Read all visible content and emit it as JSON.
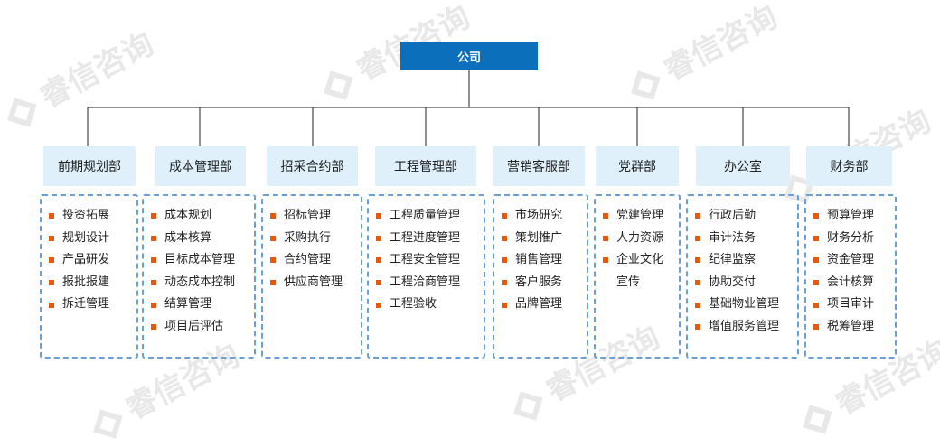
{
  "watermark": "睿信咨询",
  "chart": {
    "root": "公司",
    "colors": {
      "root_fill": "#0b6fbb",
      "header_fill": "#dff0fb",
      "dash": "#6a9fd8",
      "bullet": "#e8580c"
    },
    "departments": [
      {
        "name": "前期规划部",
        "items": [
          "投资拓展",
          "规划设计",
          "产品研发",
          "报批报建",
          "拆迁管理"
        ]
      },
      {
        "name": "成本管理部",
        "items": [
          "成本规划",
          "成本核算",
          "目标成本管理",
          "动态成本控制",
          "结算管理",
          "项目后评估"
        ]
      },
      {
        "name": "招采合约部",
        "items": [
          "招标管理",
          "采购执行",
          "合约管理",
          "供应商管理"
        ]
      },
      {
        "name": "工程管理部",
        "items": [
          "工程质量管理",
          "工程进度管理",
          "工程安全管理",
          "工程洽商管理",
          "工程验收"
        ]
      },
      {
        "name": "营销客服部",
        "items": [
          "市场研究",
          "策划推广",
          "销售管理",
          "客户服务",
          "品牌管理"
        ]
      },
      {
        "name": "党群部",
        "items": [
          "党建管理",
          "人力资源",
          "企业文化",
          "宣传"
        ]
      },
      {
        "name": "办公室",
        "items": [
          "行政后勤",
          "审计法务",
          "纪律监察",
          "协助交付",
          "基础物业管理",
          "增值服务管理"
        ]
      },
      {
        "name": "财务部",
        "items": [
          "预算管理",
          "财务分析",
          "资金管理",
          "会计核算",
          "项目审计",
          "税筹管理"
        ]
      }
    ]
  }
}
